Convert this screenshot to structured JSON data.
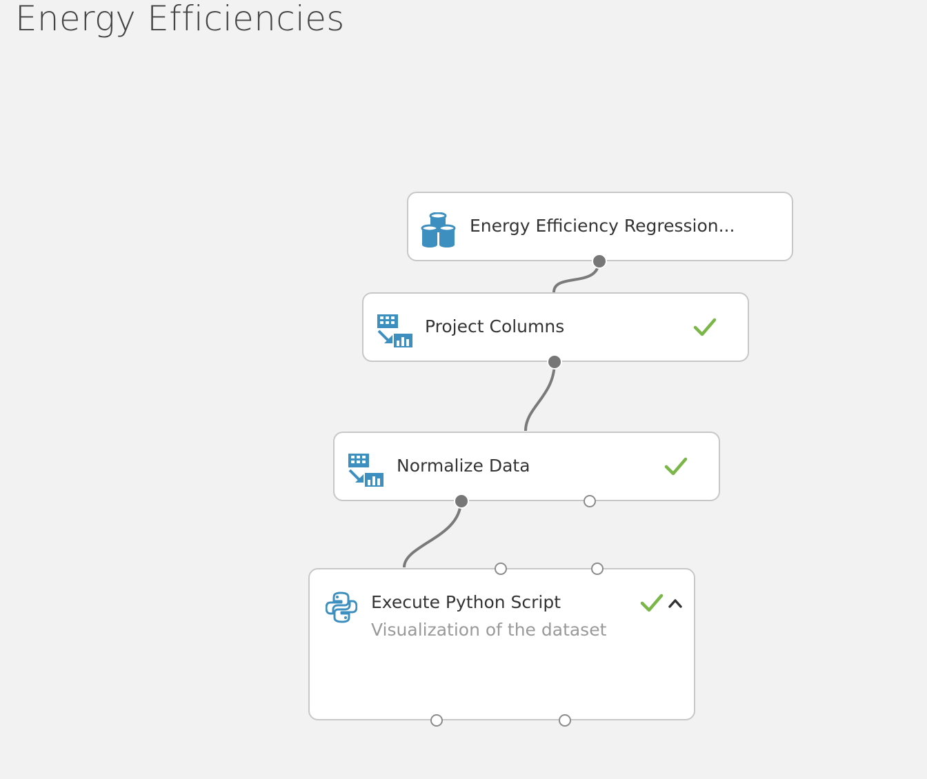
{
  "experiment": {
    "title": "Energy Efficiencies"
  },
  "modules": [
    {
      "id": "dataset",
      "label": "Energy Efficiency Regression...",
      "icon": "dataset-icon",
      "status": ""
    },
    {
      "id": "project-columns",
      "label": "Project Columns",
      "icon": "data-transform-icon",
      "status": "completed"
    },
    {
      "id": "normalize-data",
      "label": "Normalize Data",
      "icon": "data-transform-icon",
      "status": "completed"
    },
    {
      "id": "execute-python",
      "label": "Execute Python Script",
      "comment": "Visualization of the dataset",
      "icon": "python-icon",
      "status": "completed",
      "comment_toggle": "collapse"
    }
  ],
  "colors": {
    "canvas": "#f2f2f2",
    "module_border": "#c7c7c7",
    "icon_blue": "#3c8fbf",
    "check_green": "#7ab648",
    "connector": "#7a7a7a"
  }
}
